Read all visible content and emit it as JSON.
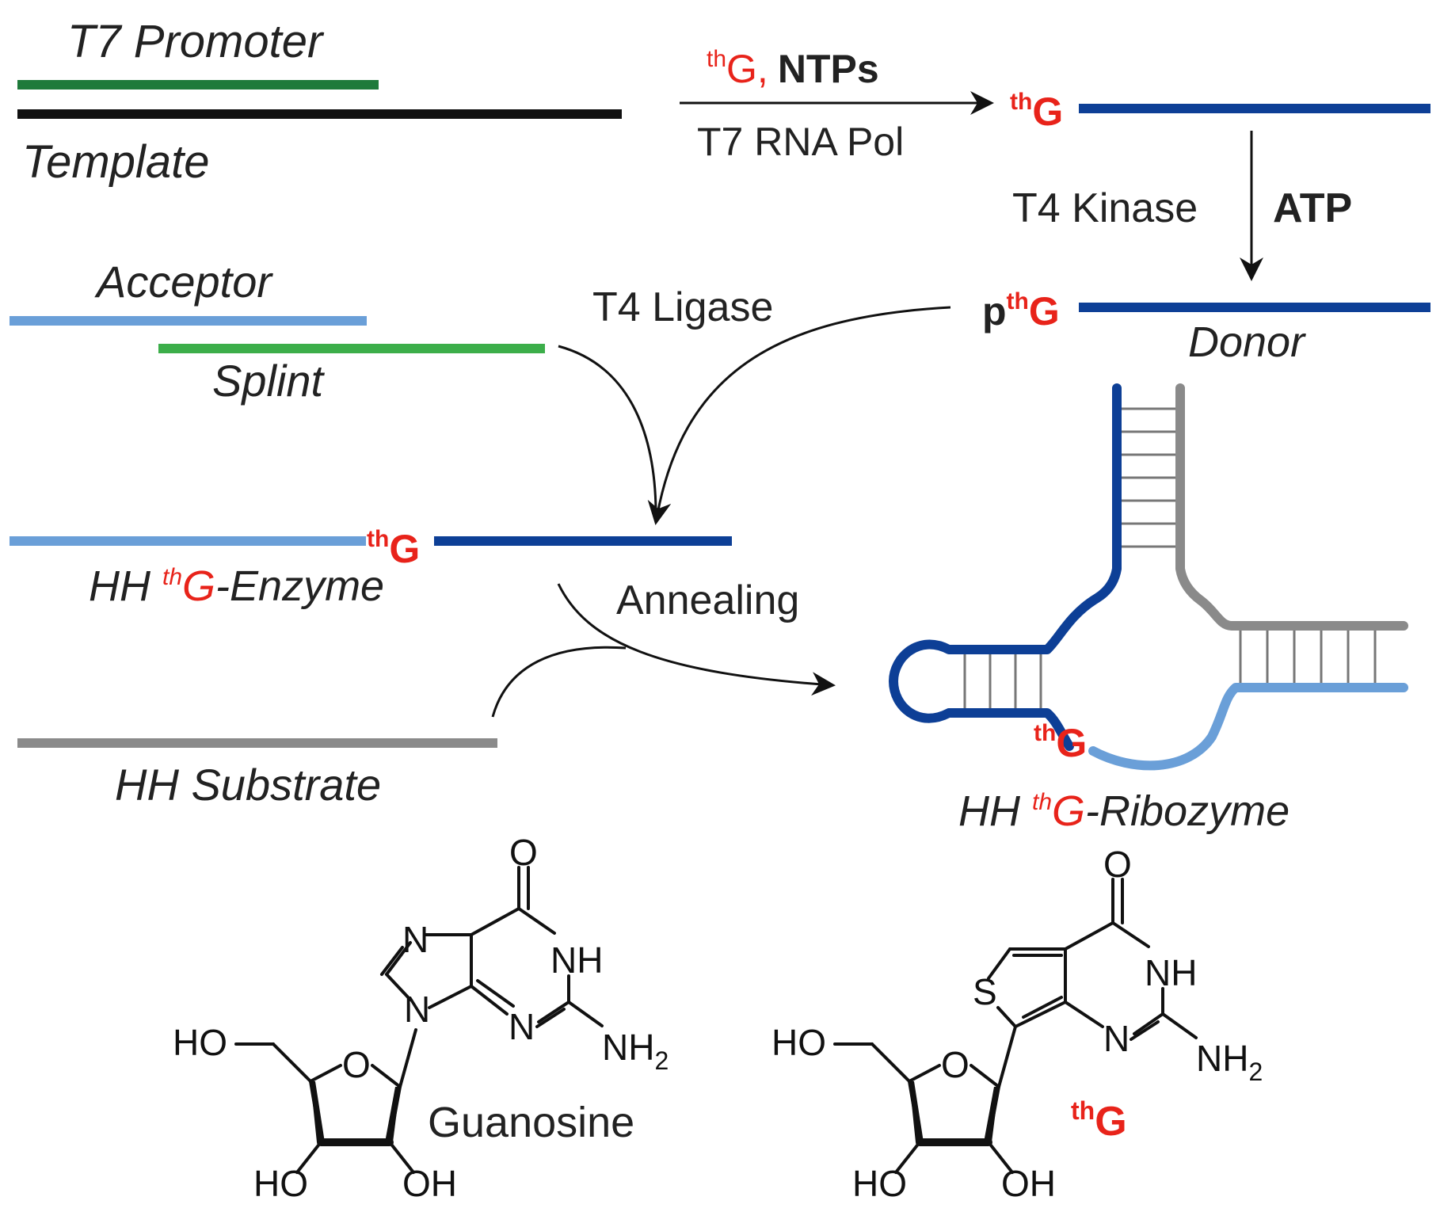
{
  "colors": {
    "promoter": "#1e7a3a",
    "template": "#111111",
    "rna_dark_blue": "#0d3f96",
    "rna_light_blue": "#6a9fd8",
    "splint": "#3cae4a",
    "substrate": "#8a8a8a",
    "thG_red": "#e8231a",
    "arrow": "#111111"
  },
  "labels": {
    "t7_promoter": "T7 Promoter",
    "template": "Template",
    "step1_top_sup": "th",
    "step1_top_g": "G,",
    "step1_top_ntps": "NTPs",
    "step1_bottom": "T7 RNA Pol",
    "transcript_sup": "th",
    "transcript_g": "G",
    "kinase": "T4 Kinase",
    "atp": "ATP",
    "donor_p": "p",
    "donor_sup": "th",
    "donor_g": "G",
    "donor": "Donor",
    "acceptor": "Acceptor",
    "splint": "Splint",
    "ligase": "T4 Ligase",
    "enzyme_junction_sup": "th",
    "enzyme_junction_g": "G",
    "enzyme_prefix": "HH ",
    "enzyme_sup": "th",
    "enzyme_g": "G",
    "enzyme_suffix": "-Enzyme",
    "annealing": "Annealing",
    "substrate": "HH Substrate",
    "ribozyme_site_sup": "th",
    "ribozyme_site_g": "G",
    "ribozyme_prefix": "HH ",
    "ribozyme_sup": "th",
    "ribozyme_g": "G",
    "ribozyme_suffix": "-Ribozyme"
  },
  "chemistry": {
    "guanosine": {
      "name": "Guanosine",
      "atoms": {
        "o_carbonyl": "O",
        "n7": "N",
        "n1h": "NH",
        "n9": "N",
        "n3": "N",
        "nh2": "NH",
        "nh2_sub": "2",
        "ho_5": "HO",
        "o_ring": "O",
        "ho_3": "HO",
        "oh_2": "OH"
      }
    },
    "thG": {
      "name_sup": "th",
      "name_g": "G",
      "atoms": {
        "o_carbonyl": "O",
        "s": "S",
        "n1h": "NH",
        "n3": "N",
        "nh2": "NH",
        "nh2_sub": "2",
        "ho_5": "HO",
        "o_ring": "O",
        "ho_3": "HO",
        "oh_2": "OH"
      }
    }
  }
}
